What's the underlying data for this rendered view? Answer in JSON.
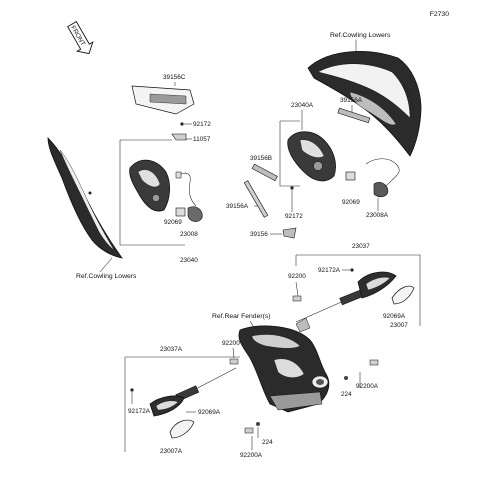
{
  "figure_code": "F2730",
  "front_arrow_label": "FRONT",
  "refs": {
    "cowling_lowers_top": "Ref.Cowling Lowers",
    "cowling_lowers_left": "Ref.Cowling Lowers",
    "rear_fender": "Ref.Rear Fender(s)"
  },
  "parts": {
    "p39156C": "39156C",
    "p92172_a": "92172",
    "p11057": "11057",
    "p92069_a": "92069",
    "p23008": "23008",
    "p23040": "23040",
    "p23040A": "23040A",
    "p39156A_top": "39156A",
    "p39156B": "39156B",
    "p39156A_left": "39156A",
    "p92172_b": "92172",
    "p92069_b": "92069",
    "p23008A": "23008A",
    "p39156": "39156",
    "p23037": "23037",
    "p92172A_top": "92172A",
    "p92200_top": "92200",
    "p92069A_top": "92069A",
    "p23007": "23007",
    "p23037A": "23037A",
    "p92200_mid": "92200",
    "p92172A_bot": "92172A",
    "p92069A_bot": "92069A",
    "p23007A": "23007A",
    "p224_top": "224",
    "p92200A_top": "92200A",
    "p224_bot": "224",
    "p92200A_bot": "92200A"
  }
}
